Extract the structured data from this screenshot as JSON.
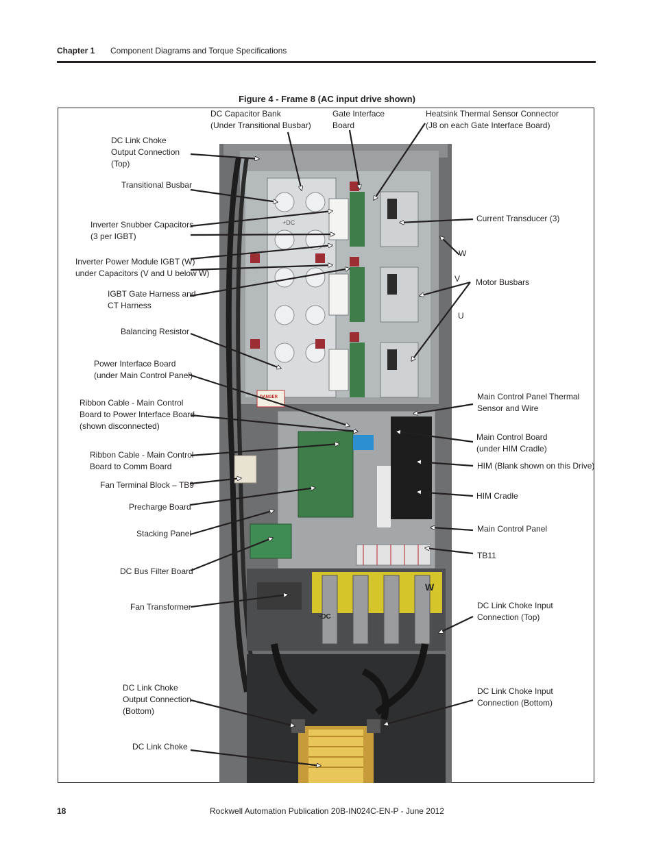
{
  "header": {
    "chapter": "Chapter 1",
    "title": "Component Diagrams and Torque Specifications"
  },
  "figure": {
    "caption": "Figure 4 - Frame 8 (AC input drive shown)",
    "callouts": {
      "dc_capacitor_bank": "DC Capacitor Bank\n(Under Transitional Busbar)",
      "gate_interface_board": "Gate Interface\nBoard",
      "heatsink_thermal_sensor_connector": "Heatsink Thermal Sensor Connector\n(J8 on each Gate Interface Board)",
      "dc_link_choke_output_top": "DC Link Choke\nOutput Connection\n(Top)",
      "transitional_busbar": "Transitional Busbar",
      "inverter_snubber_capacitors": "Inverter Snubber Capacitors\n(3 per IGBT)",
      "inverter_power_module": "Inverter Power Module IGBT (W)\nunder Capacitors (V and U below W)",
      "igbt_gate_harness": "IGBT Gate Harness and\nCT Harness",
      "balancing_resistor": "Balancing Resistor",
      "power_interface_board": "Power Interface Board\n(under Main Control Panel)",
      "ribbon_cable_power": "Ribbon Cable - Main Control\nBoard to Power Interface Board\n(shown disconnected)",
      "ribbon_cable_comm": "Ribbon Cable - Main Control\nBoard to Comm Board",
      "fan_terminal_block": "Fan Terminal Block – TB9",
      "precharge_board": "Precharge Board",
      "stacking_panel": "Stacking Panel",
      "dc_bus_filter_board": "DC Bus Filter Board",
      "fan_transformer": "Fan Transformer",
      "dc_link_choke_output_bottom": "DC Link Choke\nOutput Connection\n(Bottom)",
      "dc_link_choke": "DC Link Choke",
      "current_transducer": "Current Transducer (3)",
      "phase_w": "W",
      "phase_v": "V",
      "phase_u": "U",
      "motor_busbars": "Motor Busbars",
      "main_control_panel_thermal": "Main Control Panel Thermal\nSensor and Wire",
      "main_control_board": "Main Control Board\n(under HIM Cradle)",
      "him": "HIM (Blank shown on this Drive)",
      "him_cradle": "HIM Cradle",
      "main_control_panel": "Main Control Panel",
      "tb11": "TB11",
      "dc_link_choke_input_top": "DC Link Choke Input\nConnection (Top)",
      "dc_link_choke_input_bottom": "DC Link Choke Input\nConnection (Bottom)"
    },
    "photo_marks": {
      "dc_plus": "+DC",
      "dc_minus": "-DC",
      "w_mark": "W",
      "danger": "DANGER"
    }
  },
  "footer": {
    "page_number": "18",
    "publication": "Rockwell Automation Publication 20B-IN024C-EN-P - June 2012"
  }
}
